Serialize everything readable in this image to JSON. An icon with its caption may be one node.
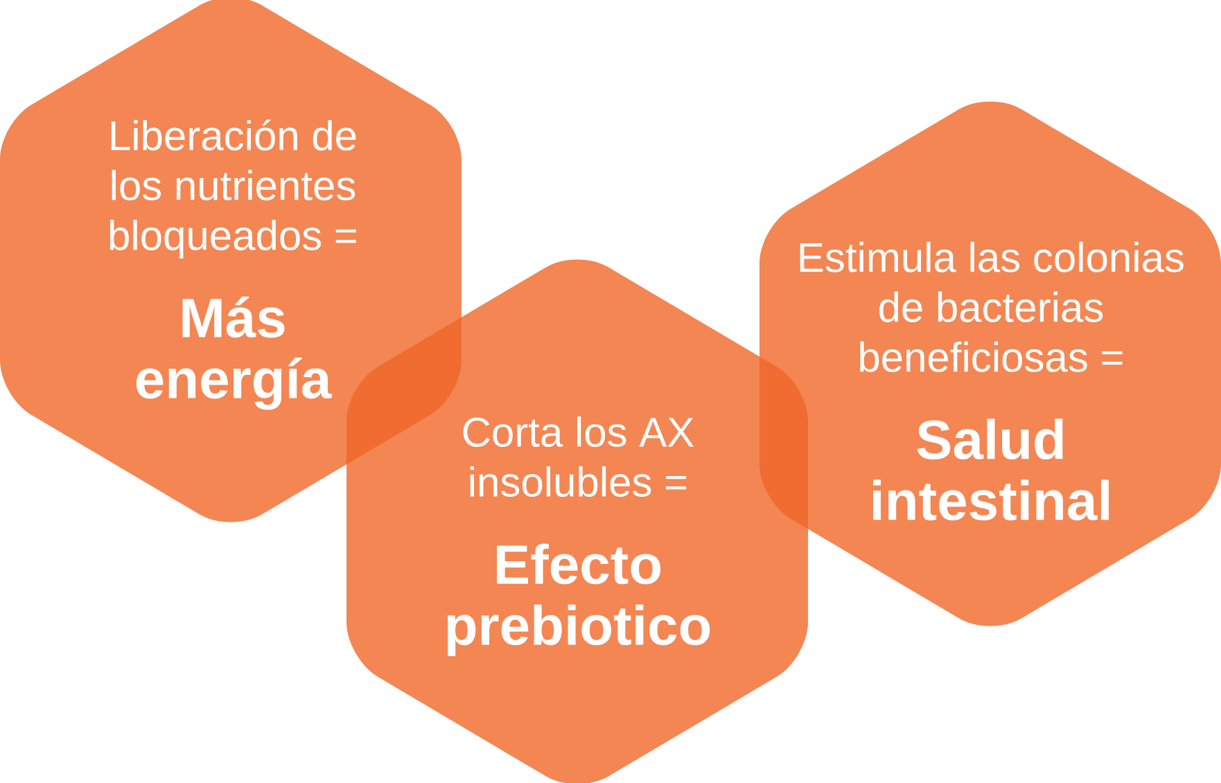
{
  "diagram": {
    "nodes": [
      {
        "text": [
          "Liberación de los nutrientes bloqueados =",
          "Más energía"
        ]
      },
      {
        "text": [
          "Corta los AX insolubles =",
          "Efecto prebiotico"
        ]
      },
      {
        "text": [
          "Estimula las colonias de bacterias beneficiosas =",
          "Salud intestinal"
        ]
      }
    ]
  }
}
